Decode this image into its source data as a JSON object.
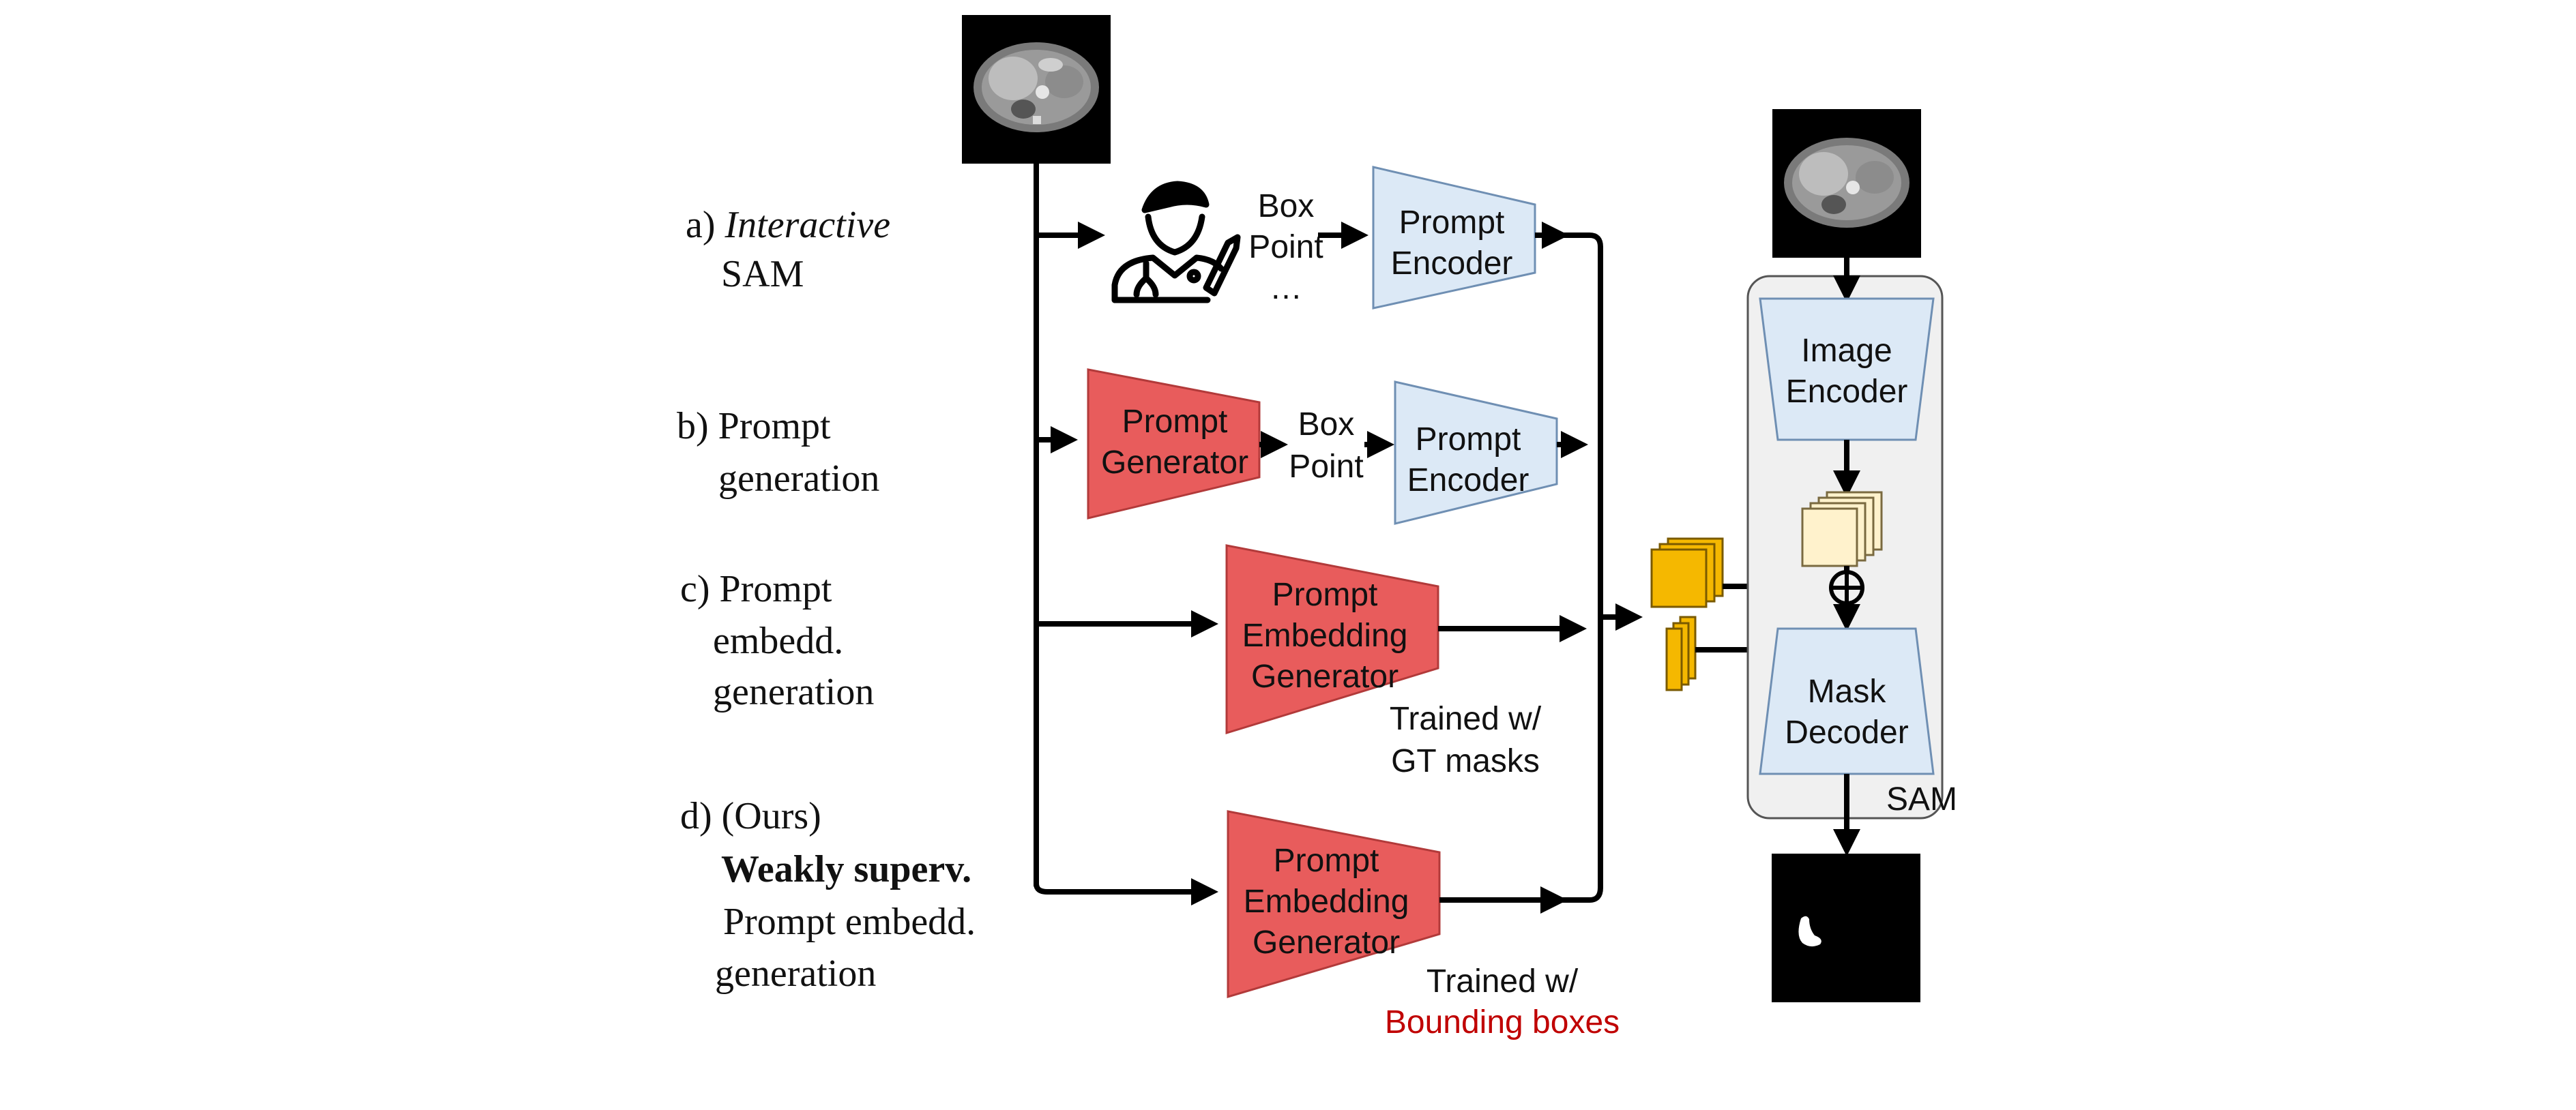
{
  "rows": {
    "a": {
      "line1_prefix": "a)",
      "line1_em": "Interactive",
      "line2": "SAM"
    },
    "b": {
      "line1": "b) Prompt",
      "line2": "generation"
    },
    "c": {
      "line1": "c) Prompt",
      "line2": "embedd.",
      "line3": "generation"
    },
    "d": {
      "line1": "d) (Ours)",
      "line2": "Weakly superv.",
      "line3": "Prompt embedd.",
      "line4": "generation"
    }
  },
  "prompt_types_a": [
    "Box",
    "Point",
    "…"
  ],
  "prompt_types_b": [
    "Box",
    "Point"
  ],
  "blocks": {
    "prompt_encoder": [
      "Prompt",
      "Encoder"
    ],
    "prompt_generator": [
      "Prompt",
      "Generator"
    ],
    "prompt_embedding_generator": [
      "Prompt",
      "Embedding",
      "Generator"
    ],
    "image_encoder": [
      "Image",
      "Encoder"
    ],
    "mask_decoder": [
      "Mask",
      "Decoder"
    ],
    "sam": "SAM"
  },
  "notes": {
    "c": [
      "Trained w/",
      "GT masks"
    ],
    "d_line1": "Trained w/",
    "d_line2": "Bounding boxes"
  },
  "colors": {
    "frozen_block_fill": "#dce9f6",
    "frozen_block_stroke": "#6f8fb3",
    "trainable_block_fill": "#e85c5c",
    "trainable_block_stroke": "#b23a3a",
    "embedding_orange": "#f5b800",
    "image_embedding_cream": "#fff2cc",
    "sam_container_fill": "#f0f0f0",
    "highlight_red": "#c00000",
    "snowflake_blue": "#4a78c2"
  },
  "icons": [
    "ct-scan-image",
    "clinician-icon",
    "snowflake-icon",
    "plus-circle-icon",
    "mask-output-image"
  ]
}
